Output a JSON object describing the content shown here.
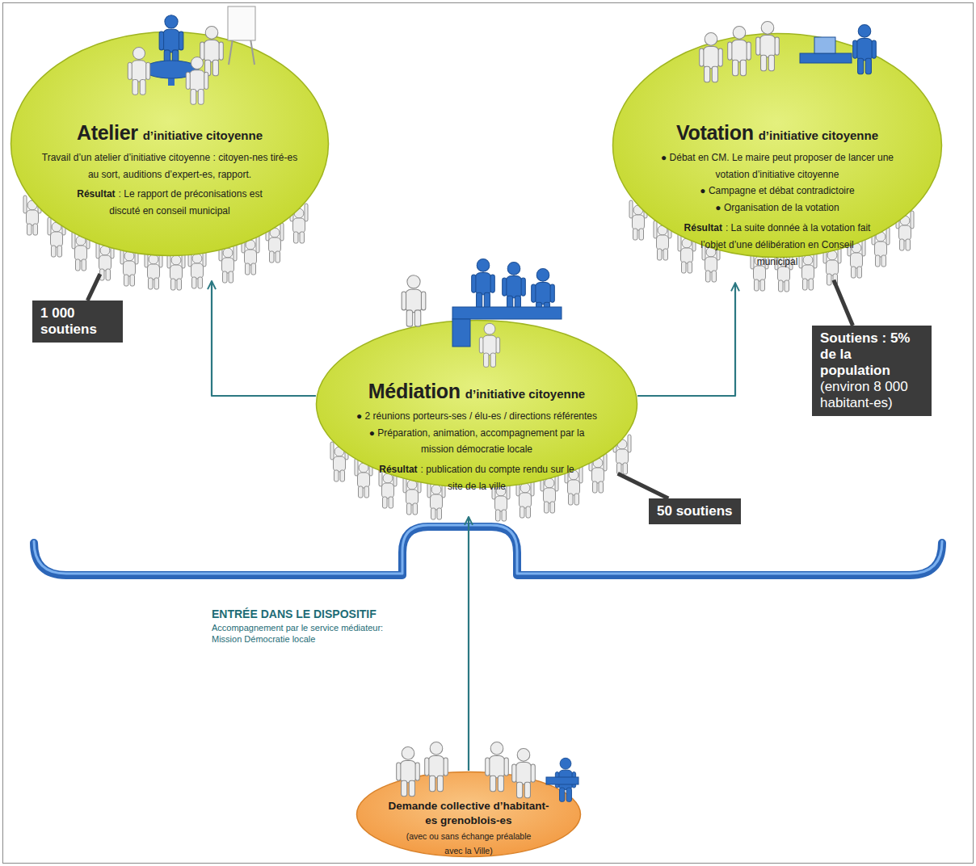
{
  "diagram": {
    "nodes": [
      {
        "text": [
          "Atelier",
          "d’initiative citoyenne",
          "Travail d’un atelier d’initiative citoyenne : citoyen-nes tiré-es au sort, auditions d’expert-es, rapport.",
          "Résultat",
          ": Le rapport de préconisations est discuté en conseil municipal"
        ]
      },
      {
        "text": [
          "Votation",
          "d’initiative citoyenne",
          "● Débat en CM. Le maire peut proposer de lancer une votation d’initiative citoyenne",
          "● Campagne et débat contradictoire",
          "● Organisation de la votation",
          "Résultat",
          ": La suite donnée à la votation fait l’objet d’une délibération en Conseil municipal"
        ]
      },
      {
        "text": [
          "1 000 soutiens"
        ]
      },
      {
        "text": [
          "Médiation",
          "d’initiative citoyenne",
          "● 2 réunions porteurs-ses / élu-es / directions référentes",
          "● Préparation, animation, accompagnement par la mission démocratie locale",
          "Résultat",
          ": publication du compte rendu sur le site de la ville"
        ]
      },
      {
        "text": [
          "Soutiens : 5% de la population",
          "(environ 8 000 habitant-es)"
        ]
      },
      {
        "text": [
          "50 soutiens"
        ]
      },
      {
        "text": [
          "Demande collective d’habitant-es grenoblois-es",
          "(avec ou sans échange préalable avec la Ville)"
        ]
      }
    ],
    "edges": [
      {
        "from": 6,
        "to": 3,
        "arrow": "to"
      },
      {
        "from": 3,
        "to": 0,
        "arrow": "to"
      },
      {
        "from": 3,
        "to": 1,
        "arrow": "to"
      },
      {
        "from": 2,
        "to": 0,
        "arrow": "none"
      },
      {
        "from": 4,
        "to": 1,
        "arrow": "none"
      },
      {
        "from": 5,
        "to": 3,
        "arrow": "none"
      }
    ],
    "labels": [
      "ENTRÉE DANS LE DISPOSITIF",
      "Accompagnement par le service médiateur: Mission Démocratie locale"
    ]
  }
}
